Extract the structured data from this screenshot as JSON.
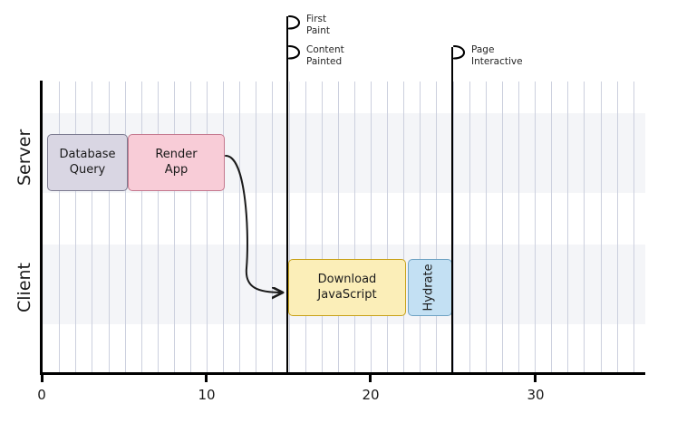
{
  "chart_data": {
    "type": "bar",
    "title": "",
    "xlabel": "",
    "ylabel": "",
    "xlim": [
      0,
      36.8
    ],
    "ylim_lanes": [
      "Server",
      "Client"
    ],
    "grid": true,
    "legend_position": "none",
    "x_ticks": [
      {
        "value": 0,
        "label": "0"
      },
      {
        "value": 10,
        "label": "10"
      },
      {
        "value": 20,
        "label": "20"
      },
      {
        "value": 30,
        "label": "30"
      }
    ],
    "x_gridline_step": 1,
    "lanes": [
      {
        "name": "Server",
        "label": "Server"
      },
      {
        "name": "Client",
        "label": "Client"
      }
    ],
    "tasks": [
      {
        "name": "database-query",
        "label": "Database\nQuery",
        "lane": "Server",
        "start": 0.3,
        "end": 5.2,
        "fill": "#d9d6e3",
        "stroke": "#7c7b90",
        "rotated": false
      },
      {
        "name": "render-app",
        "label": "Render\nApp",
        "lane": "Server",
        "start": 5.2,
        "end": 11.1,
        "fill": "#f8ccd7",
        "stroke": "#c4798f",
        "rotated": false
      },
      {
        "name": "download-javascript",
        "label": "Download\nJavaScript",
        "lane": "Client",
        "start": 15.0,
        "end": 22.2,
        "fill": "#fbeeb8",
        "stroke": "#c8a21a",
        "rotated": false
      },
      {
        "name": "hydrate",
        "label": "Hydrate",
        "lane": "Client",
        "start": 22.3,
        "end": 25.0,
        "fill": "#c3e0f3",
        "stroke": "#6fa3c4",
        "rotated": true
      }
    ],
    "milestones": [
      {
        "name": "first-paint",
        "label": "First\nPaint",
        "value": 15.0,
        "flag_index": 0
      },
      {
        "name": "content-painted",
        "label": "Content\nPainted",
        "value": 15.0,
        "flag_index": 1
      },
      {
        "name": "page-interactive",
        "label": "Page\nInteractive",
        "value": 25.0,
        "flag_index": 0
      }
    ],
    "connector": {
      "name": "server-to-client-arrow",
      "from_task": "render-app",
      "to_task": "download-javascript"
    },
    "colors": {
      "axis": "#000000",
      "gridline": "#ccd0de",
      "band": "#f4f5f8",
      "text": "#1a1a1a",
      "background": "#ffffff"
    }
  }
}
